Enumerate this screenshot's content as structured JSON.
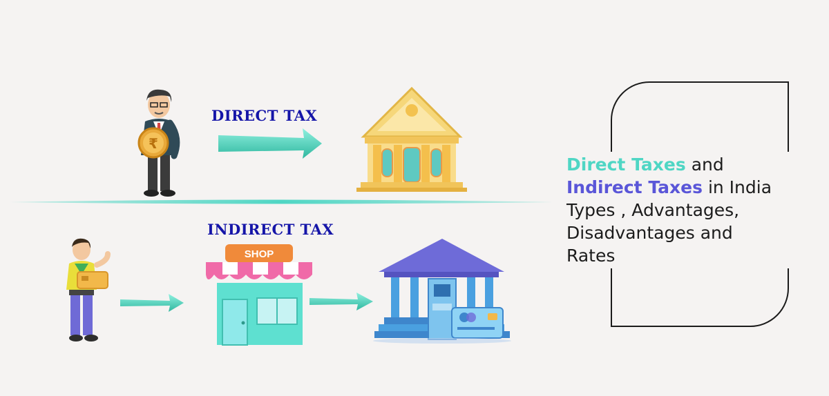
{
  "labels": {
    "direct_tax": "DIRECT TAX",
    "indirect_tax": "INDIRECT TAX",
    "shop_sign": "SHOP"
  },
  "headline": {
    "direct_taxes": "Direct Taxes",
    "and": " and",
    "indirect_taxes": "Indirect Taxes",
    "in_india": " in India",
    "line3": "Types , Advantages,",
    "line4": "Disadvantages and",
    "line5": "Rates"
  },
  "icons": {
    "coin_symbol": "₹"
  },
  "colors": {
    "label_blue": "#1515a8",
    "teal": "#4fd6c4",
    "purple": "#5a56d8",
    "background": "#f5f3f2"
  }
}
